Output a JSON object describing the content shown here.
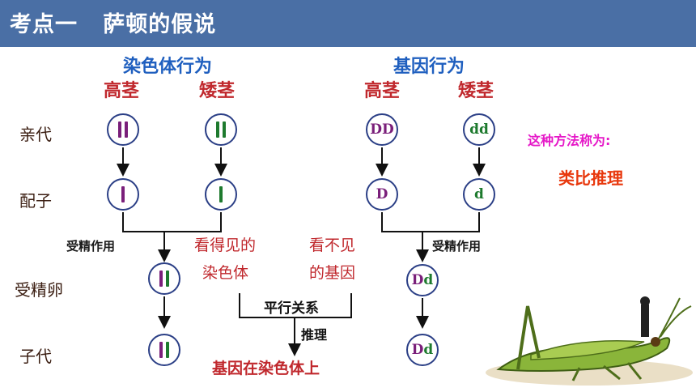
{
  "header": {
    "title": "考点一   萨顿的假说"
  },
  "left": {
    "title": "染色体行为",
    "tall": "高茎",
    "short": "矮茎",
    "fertilization": "受精作用"
  },
  "right": {
    "title": "基因行为",
    "tall": "高茎",
    "short": "矮茎",
    "fertilization": "受精作用",
    "parent_tall": "DD",
    "parent_short": "dd",
    "gamete_tall": "D",
    "gamete_short": "d",
    "zygote": [
      "D",
      "d"
    ],
    "offspring": [
      "D",
      "d"
    ]
  },
  "rows": {
    "parent": "亲代",
    "gamete": "配子",
    "zygote": "受精卵",
    "offspring": "子代"
  },
  "middle": {
    "visible_line1": "看得见的",
    "visible_line2": "染色体",
    "invisible_line1": "看不见",
    "invisible_line2": "的基因",
    "parallel": "平行关系",
    "inference": "推理",
    "conclusion": "基因在染色体上"
  },
  "method": {
    "question": "这种方法称为:",
    "answer": "类比推理"
  },
  "colors": {
    "header": "#4a6fa5",
    "title_blue": "#1f5fbf",
    "red": "#c0282d",
    "purple": "#7a1f7a",
    "green": "#1e7a2e",
    "magenta": "#e619c8",
    "orange": "#e8380d"
  },
  "image": {
    "name": "grasshopper-illustration"
  }
}
